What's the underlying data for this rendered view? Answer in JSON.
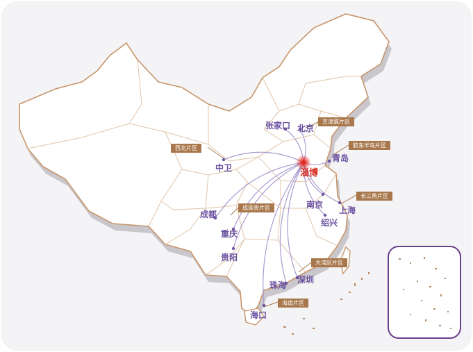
{
  "hub": {
    "name": "淄博",
    "color": "#d8261c"
  },
  "cities": [
    {
      "id": "zhangjiakou",
      "name": "张家口"
    },
    {
      "id": "beijing",
      "name": "北京"
    },
    {
      "id": "qingdao",
      "name": "青岛"
    },
    {
      "id": "zhongwei",
      "name": "中卫"
    },
    {
      "id": "nanjing",
      "name": "南京"
    },
    {
      "id": "shanghai",
      "name": "上海"
    },
    {
      "id": "shaoxing",
      "name": "绍兴"
    },
    {
      "id": "chengdu",
      "name": "成都"
    },
    {
      "id": "chongqing",
      "name": "重庆"
    },
    {
      "id": "guiyang",
      "name": "贵阳"
    },
    {
      "id": "zhuhai",
      "name": "珠海"
    },
    {
      "id": "shenzhen",
      "name": "深圳"
    },
    {
      "id": "haikou",
      "name": "海口"
    }
  ],
  "regions": [
    {
      "id": "jingjinji",
      "name": "京津冀片区"
    },
    {
      "id": "jiaodong",
      "name": "胶东半岛片区"
    },
    {
      "id": "xibei",
      "name": "西北片区"
    },
    {
      "id": "chengyugui",
      "name": "成渝贵片区"
    },
    {
      "id": "changsanjiao",
      "name": "长三角片区"
    },
    {
      "id": "dawanqu",
      "name": "大湾区片区"
    },
    {
      "id": "hainan",
      "name": "海南片区"
    }
  ],
  "colors": {
    "route": "#a99bd0",
    "city": "#6a52a0",
    "tag": "#a8784c",
    "border": "#d9b99a",
    "inset_border": "#6a3f8e"
  }
}
